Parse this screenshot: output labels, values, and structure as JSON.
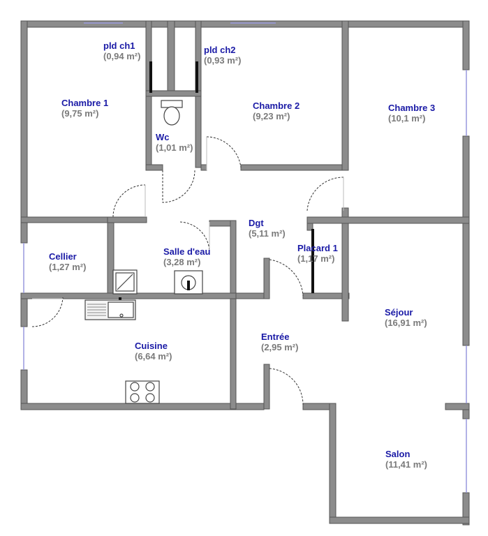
{
  "rooms": {
    "pld_ch1": {
      "name": "pld ch1",
      "area": "(0,94 m²)"
    },
    "pld_ch2": {
      "name": "pld ch2",
      "area": "(0,93 m²)"
    },
    "chambre1": {
      "name": "Chambre 1",
      "area": "(9,75 m²)"
    },
    "chambre2": {
      "name": "Chambre 2",
      "area": "(9,23 m²)"
    },
    "chambre3": {
      "name": "Chambre 3",
      "area": "(10,1 m²)"
    },
    "wc": {
      "name": "Wc",
      "area": "(1,01 m²)"
    },
    "dgt": {
      "name": "Dgt",
      "area": "(5,11 m²)"
    },
    "cellier": {
      "name": "Cellier",
      "area": "(1,27 m²)"
    },
    "salle_eau": {
      "name": "Salle d'eau",
      "area": "(3,28 m²)"
    },
    "placard1": {
      "name": "Placard 1",
      "area": "(1,17 m²)"
    },
    "sejour": {
      "name": "Séjour",
      "area": "(16,91 m²)"
    },
    "cuisine": {
      "name": "Cuisine",
      "area": "(6,64 m²)"
    },
    "entree": {
      "name": "Entrée",
      "area": "(2,95 m²)"
    },
    "salon": {
      "name": "Salon",
      "area": "(11,41 m²)"
    }
  },
  "colors": {
    "wall": "#8c8c8c",
    "wall_edge": "#555555",
    "label": "#1a1aa6",
    "area": "#7a7a7a",
    "window": "#9999dd"
  }
}
